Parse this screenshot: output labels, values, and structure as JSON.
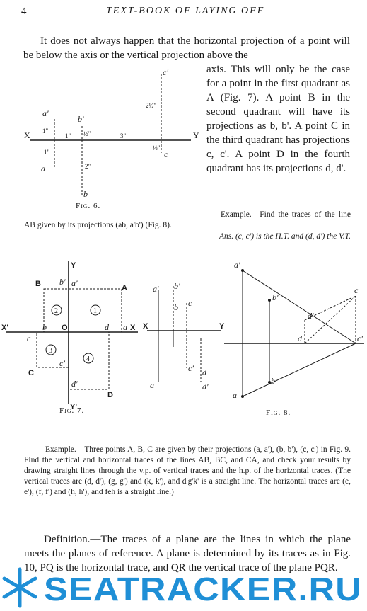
{
  "header": {
    "page_number": "4",
    "running_head": "TEXT-BOOK OF LAYING OFF"
  },
  "paragraph1": {
    "full": "It does not always happen that the horizontal projection of a point will be below the axis or the vertical projection above the",
    "continued": "axis. This will only be the case for a point in the first quadrant as A (Fig. 7). A point B in the second quadrant will have its projections as b, b'. A point C in the third quadrant has projections c, c'. A point D in the fourth quadrant has its projections d, d'."
  },
  "fig6": {
    "caption": "Fig. 6.",
    "labels": {
      "x": "X",
      "y": "Y",
      "a_v": "a'",
      "a_h": "a",
      "b_v": "b'",
      "b_h": "b",
      "c_v": "c'",
      "c_h": "c",
      "d1": "1\"",
      "d1b": "1\"",
      "d1c": "1\"",
      "d_half": "½\"",
      "d3": "3\"",
      "d2": "2\"",
      "d212": "2½\"",
      "d_half_c": "½\""
    }
  },
  "example1": {
    "text": "Example.—Find the traces of the line AB given by its projections (ab, a'b') (Fig. 8).",
    "answer": "Ans. (c, c') is the H.T. and (d, d') the V.T."
  },
  "fig7": {
    "caption": "Fig. 7.",
    "labels": {
      "x": "X'",
      "y": "Y",
      "x2": "X",
      "y2": "Y'",
      "A": "A",
      "B": "B",
      "C": "C",
      "D": "D",
      "O": "O",
      "a_v": "a'",
      "b_v": "b'",
      "b_h": "b",
      "c_h": "c",
      "c_v": "c'",
      "d_h": "d",
      "d_v": "d'",
      "a_h": "a",
      "q1": "1",
      "q2": "2",
      "q3": "3",
      "q4": "4"
    }
  },
  "fig9": {
    "labels": {
      "x": "X",
      "y": "Y",
      "a_v": "a'",
      "b_v": "b'",
      "b_h": "b",
      "c_h": "c",
      "c_v": "c'",
      "d_h": "d",
      "d_v": "d'",
      "a_h": "a"
    }
  },
  "fig8": {
    "caption": "Fig. 8.",
    "labels": {
      "a_v": "a'",
      "b_v": "b'",
      "d_v": "d'",
      "c_h": "c",
      "d_h": "d",
      "c_v": "c'",
      "b_h": "b",
      "a_h": "a"
    }
  },
  "example2": {
    "text": "Example.—Three points A, B, C are given by their projections (a, a'), (b, b'), (c, c') in Fig. 9. Find the vertical and horizontal traces of the lines AB, BC, and CA, and check your results by drawing straight lines through the v.p. of vertical traces and the h.p. of the horizontal traces. (The vertical traces are (d, d'), (g, g') and (k, k'), and d'g'k' is a straight line. The horizontal traces are (e, e'), (f, f') and (h, h'), and feh is a straight line.)"
  },
  "definition": {
    "text": "Definition.—The traces of a plane are the lines in which the plane meets the planes of reference. A plane is determined by its traces as in Fig. 10, PQ is the horizontal trace, and QR the vertical trace of the plane PQR."
  },
  "watermark": {
    "text": "SEATRACKER.RU"
  },
  "colors": {
    "ink": "#1a1a1a",
    "watermark": "#1f8fd6"
  }
}
